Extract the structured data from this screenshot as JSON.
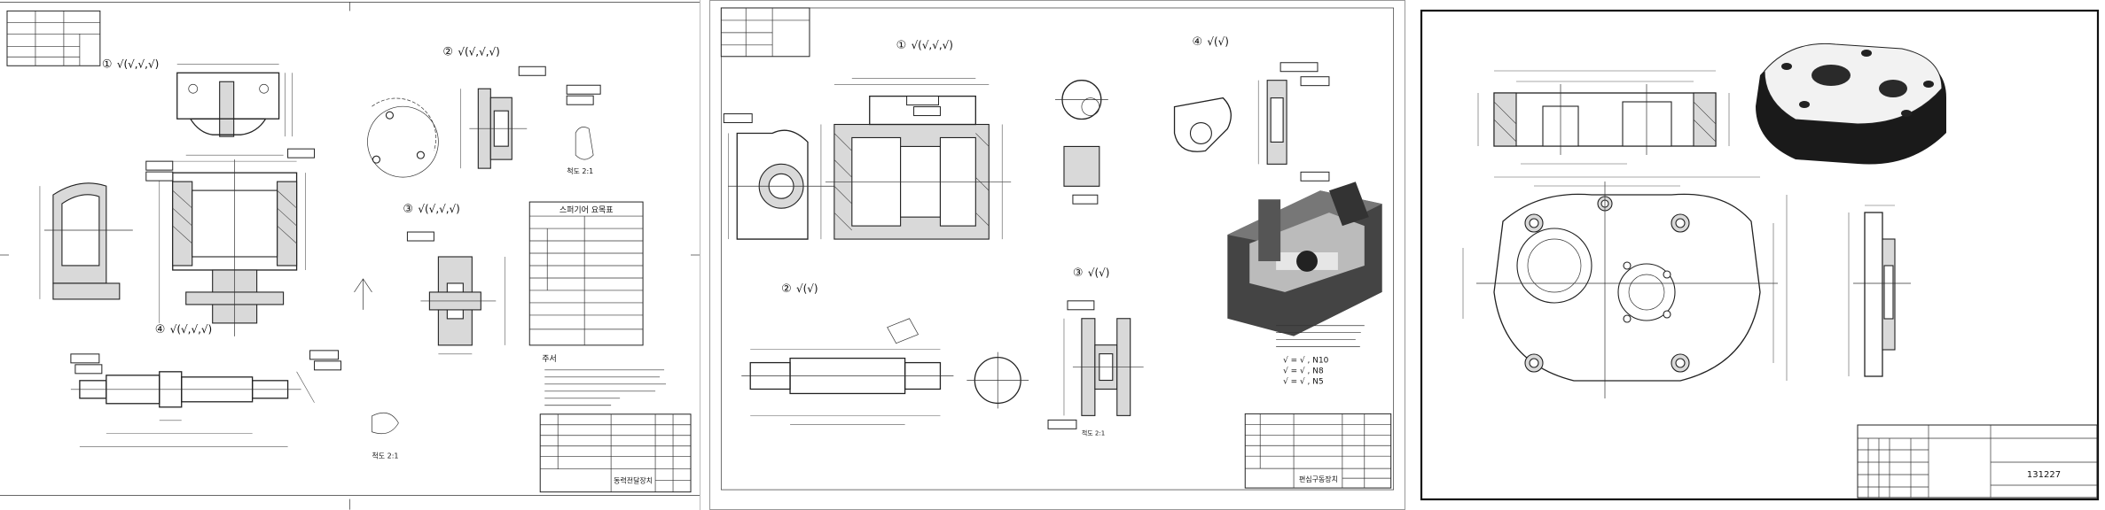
{
  "sheet1": {
    "header_rows": [
      "",
      "",
      ""
    ],
    "views": [
      {
        "num": "①",
        "sym": "√(√,√,√)"
      },
      {
        "num": "②",
        "sym": "√(√,√,√)"
      },
      {
        "num": "③",
        "sym": "√(√,√,√)"
      },
      {
        "num": "④",
        "sym": "√(√,√,√)"
      }
    ],
    "spec_title": "스퍼기어 요목표",
    "notes_title": "주서",
    "notes": [
      "",
      "",
      "",
      "",
      "",
      ""
    ],
    "scale_label": "척도 2:1",
    "title_block_name": "동력전달장치",
    "title_rows": [
      "",
      "",
      "",
      ""
    ]
  },
  "sheet2": {
    "header_rows": [
      "",
      "",
      ""
    ],
    "views": [
      {
        "num": "①",
        "sym": "√(√,√,√)"
      },
      {
        "num": "④",
        "sym": "√(√)"
      },
      {
        "num": "②",
        "sym": "√(√)"
      },
      {
        "num": "③",
        "sym": "√(√)"
      }
    ],
    "notes": [
      "√ = √ , N10",
      "√ = √ , N8",
      "√ = √ , N5"
    ],
    "scale_label": "척도 2:1",
    "title_block_name": "편심구동장치",
    "title_rows": [
      "",
      "",
      "",
      ""
    ]
  },
  "sheet3": {
    "drawing_number": "131227",
    "title_rows": [
      "",
      "",
      "",
      ""
    ]
  }
}
